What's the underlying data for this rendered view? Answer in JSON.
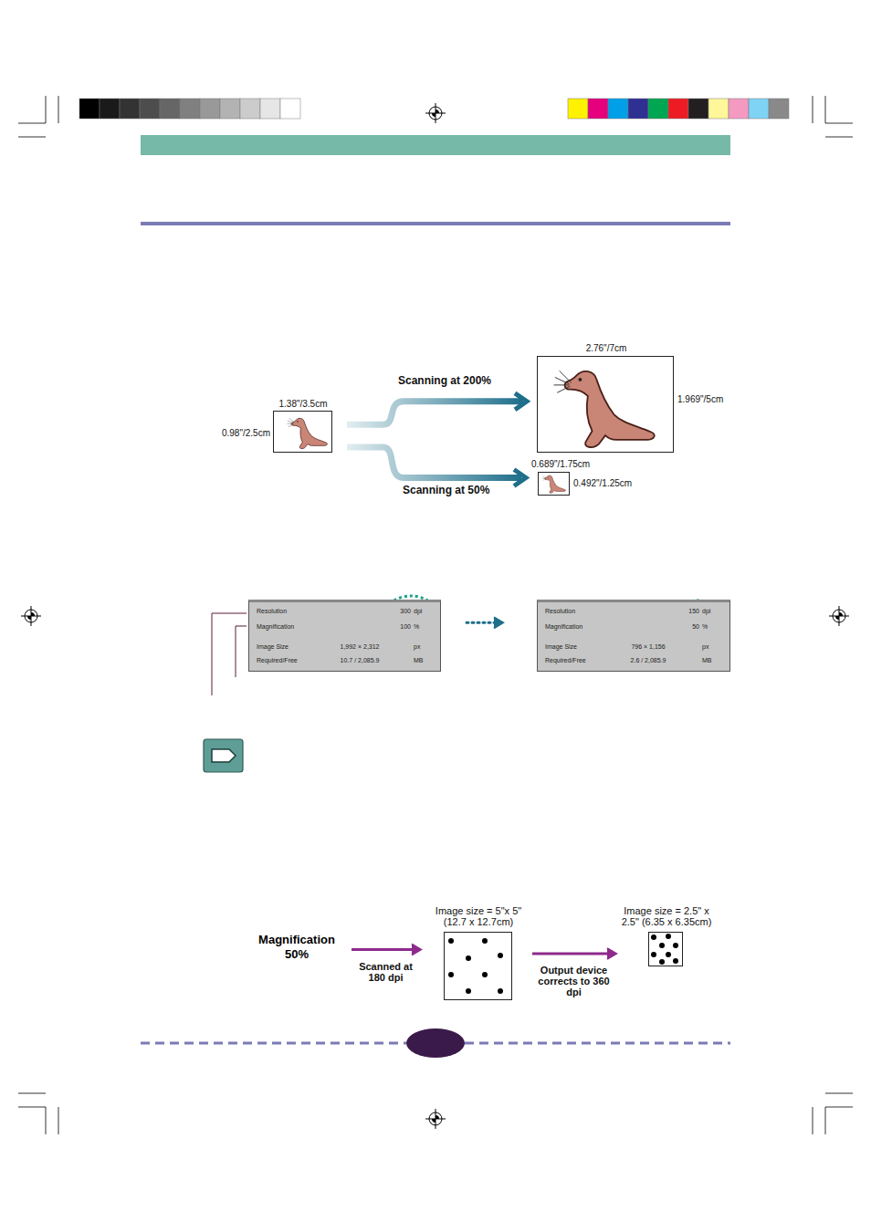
{
  "diagram": {
    "nodes": [
      {
        "text": [
          "1.38\"/3.5cm",
          "0.98\"/2.5cm"
        ]
      },
      {
        "text": [
          "2.76\"/7cm",
          "1.969\"/5cm"
        ]
      },
      {
        "text": [
          "0.689\"/1.75cm",
          "0.492\"/1.25cm"
        ]
      },
      {
        "text": [
          "Magnification 50%"
        ]
      },
      {
        "text": [
          "Image size = 5\"x 5\" (12.7 x 12.7cm)"
        ]
      },
      {
        "text": [
          "Image size = 2.5\" x 2.5\" (6.35 x 6.35cm)"
        ]
      },
      {
        "text": [
          "Resolution",
          "300",
          "dpi",
          "Magnification",
          "100",
          "%",
          "Image Size",
          "1,992 × 2,312",
          "px",
          "Required/Free",
          "10.7 / 2,085.9",
          "MB"
        ]
      },
      {
        "text": [
          "Resolution",
          "150",
          "dpi",
          "Magnification",
          "50",
          "%",
          "Image Size",
          "796 × 1,156",
          "px",
          "Required/Free",
          "2.6 / 2,085.9",
          "MB"
        ]
      }
    ],
    "edges": [
      {
        "from": 0,
        "to": 1,
        "arrow": "to",
        "label": "Scanning at 200%"
      },
      {
        "from": 0,
        "to": 2,
        "arrow": "to",
        "label": "Scanning at 50%"
      },
      {
        "from": 3,
        "to": 4,
        "arrow": "to",
        "label": "Scanned at 180 dpi"
      },
      {
        "from": 4,
        "to": 5,
        "arrow": "to",
        "label": "Output device corrects to 360 dpi"
      },
      {
        "from": 6,
        "to": 7,
        "arrow": "to"
      }
    ]
  }
}
